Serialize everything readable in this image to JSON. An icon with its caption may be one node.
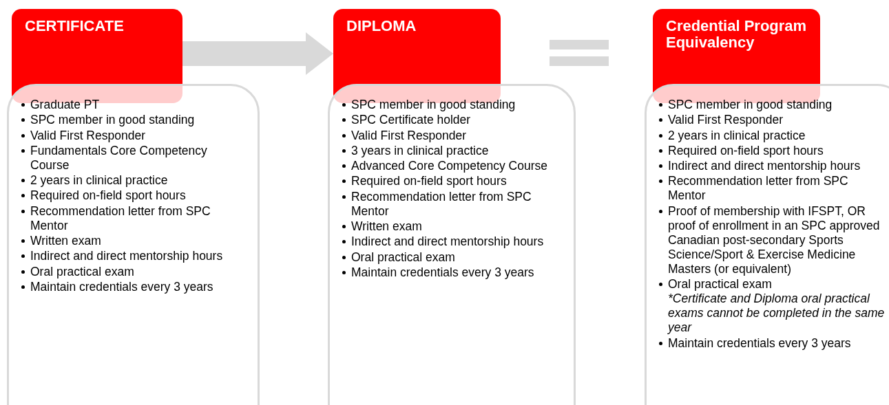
{
  "diagram": {
    "nodes": [
      {
        "text": [
          "CERTIFICATE"
        ]
      },
      {
        "text": [
          "Graduate PT",
          "SPC member in good standing",
          "Valid First Responder",
          "Fundamentals Core Competency Course",
          "2 years in clinical practice",
          "Required on-field sport hours",
          "Recommendation letter from SPC Mentor",
          "Written exam",
          "Indirect and direct mentorship hours",
          "Oral practical exam",
          "Maintain credentials every 3 years"
        ]
      },
      {
        "text": [
          "DIPLOMA"
        ]
      },
      {
        "text": [
          "SPC member in good standing",
          "SPC Certificate holder",
          "Valid First Responder",
          "3 years in clinical practice",
          "Advanced Core Competency Course",
          "Required on-field sport hours",
          "Recommendation letter from SPC Mentor",
          "Written exam",
          "Indirect and direct mentorship hours",
          "Oral practical exam",
          "Maintain credentials every 3 years"
        ]
      },
      {
        "text": [
          "Credential Program Equivalency"
        ]
      },
      {
        "text": [
          "SPC member in good standing",
          "Valid First Responder",
          "2 years in clinical practice",
          "Required on-field sport hours",
          "Indirect and direct mentorship hours",
          "Recommendation letter from SPC Mentor",
          "Proof of membership with IFSPT, OR proof of enrollment in an SPC approved Canadian post-secondary Sports Science/Sport & Exercise Medicine Masters (or equivalent)",
          "Oral practical exam",
          "*Certificate and Diploma oral practical exams cannot be completed in the same year",
          "Maintain credentials every 3 years"
        ]
      }
    ],
    "edges": [
      {
        "from": 0,
        "to": 2,
        "arrow": "to",
        "color": "#d9d9d9"
      }
    ]
  }
}
